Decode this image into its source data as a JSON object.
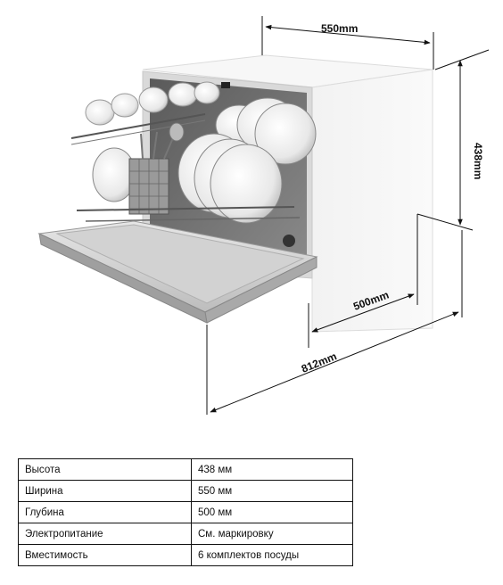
{
  "diagram": {
    "dimensions": {
      "width": "550mm",
      "height": "438mm",
      "depth": "500mm",
      "depth_open": "812mm"
    }
  },
  "specs_table": {
    "rows": [
      {
        "label": "Высота",
        "value": "438 мм"
      },
      {
        "label": "Ширина",
        "value": "550 мм"
      },
      {
        "label": "Глубина",
        "value": "500 мм"
      },
      {
        "label": "Электропитание",
        "value": "См. маркировку"
      },
      {
        "label": "Вместимость",
        "value": "6 комплектов посуды"
      }
    ]
  }
}
